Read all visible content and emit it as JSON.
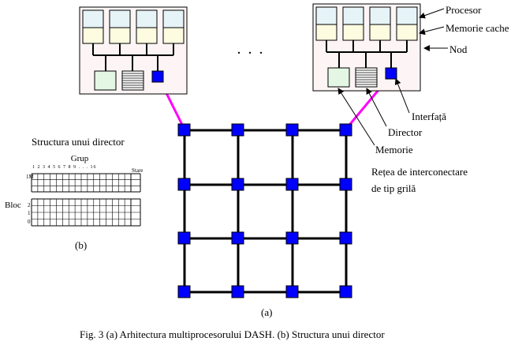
{
  "diagram": {
    "ellipsis": ". . .",
    "labels": {
      "procesor": "Procesor",
      "memorie_cache": "Memorie cache",
      "nod": "Nod",
      "interfata": "Interfață",
      "director": "Director",
      "memorie": "Memorie",
      "retea_line1": "Rețea de interconectare",
      "retea_line2": "de tip grilă"
    },
    "directory": {
      "title": "Structura unui director",
      "grup": "Grup",
      "group_numbers": "1 2 3 4 5 6 7 8 9 . . . 16",
      "stare": "Stare",
      "bloc": "Bloc",
      "row_1m": "1M",
      "row_2": "2",
      "row_1": "1",
      "row_0": "0"
    },
    "part_a": "(a)",
    "part_b": "(b)",
    "caption": "Fig. 3 (a) Arhitectura multiprocesorului DASH. (b) Structura unui director"
  },
  "colors": {
    "node_fill": "#fdf5f5",
    "cpu_fill": "#e6f4f8",
    "cache_fill": "#fdfbe0",
    "memory_fill": "#e4f6e4",
    "router_fill": "#0000ff",
    "link_color": "#ff00ff"
  }
}
